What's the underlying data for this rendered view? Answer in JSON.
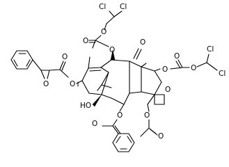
{
  "molecule": {
    "labels": {
      "cl_1": "Cl",
      "cl_2": "Cl",
      "o_carbonate_top_1": "O",
      "o_carbonate_top_2": "O",
      "o_carbonate_top_3": "O",
      "o_ketone": "O",
      "o_carbonate_right_1": "O",
      "o_carbonate_right_2": "O",
      "o_carbonate_right_3": "O",
      "cl_3": "Cl",
      "cl_4": "Cl",
      "o_epoxide": "O",
      "o_ester_left_carbonyl": "O",
      "o_ester_left": "O",
      "ho_label": "HO",
      "o_benzoate": "O",
      "o_oxetane": "O",
      "o_acetate": "O",
      "o_acetate_carbonyl": "O",
      "o_benzoate_carbonyl": "O"
    }
  }
}
